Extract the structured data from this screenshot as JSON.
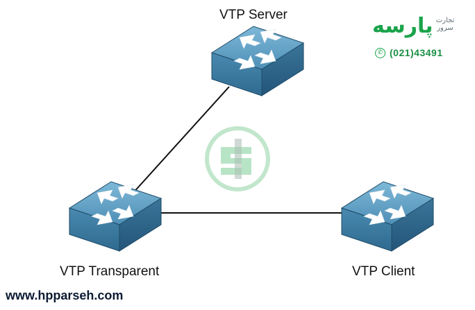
{
  "nodes": {
    "server": {
      "label": "VTP Server"
    },
    "transparent": {
      "label": "VTP Transparent"
    },
    "client": {
      "label": "VTP Client"
    }
  },
  "links": [
    {
      "from": "server",
      "to": "transparent"
    },
    {
      "from": "transparent",
      "to": "client"
    }
  ],
  "branding": {
    "website": "www.hpparseh.com",
    "logo_script": "پارسه",
    "logo_tagline": "تجارت سرور",
    "phone": "(021)43491",
    "phone_icon": "phone-icon"
  },
  "colors": {
    "switch_top": "#5fa0c4",
    "switch_front": "#3f7da3",
    "switch_side": "#2f6487",
    "link": "#111111",
    "brand_green": "#1aa34a",
    "watermark": "#8fd3a4"
  }
}
